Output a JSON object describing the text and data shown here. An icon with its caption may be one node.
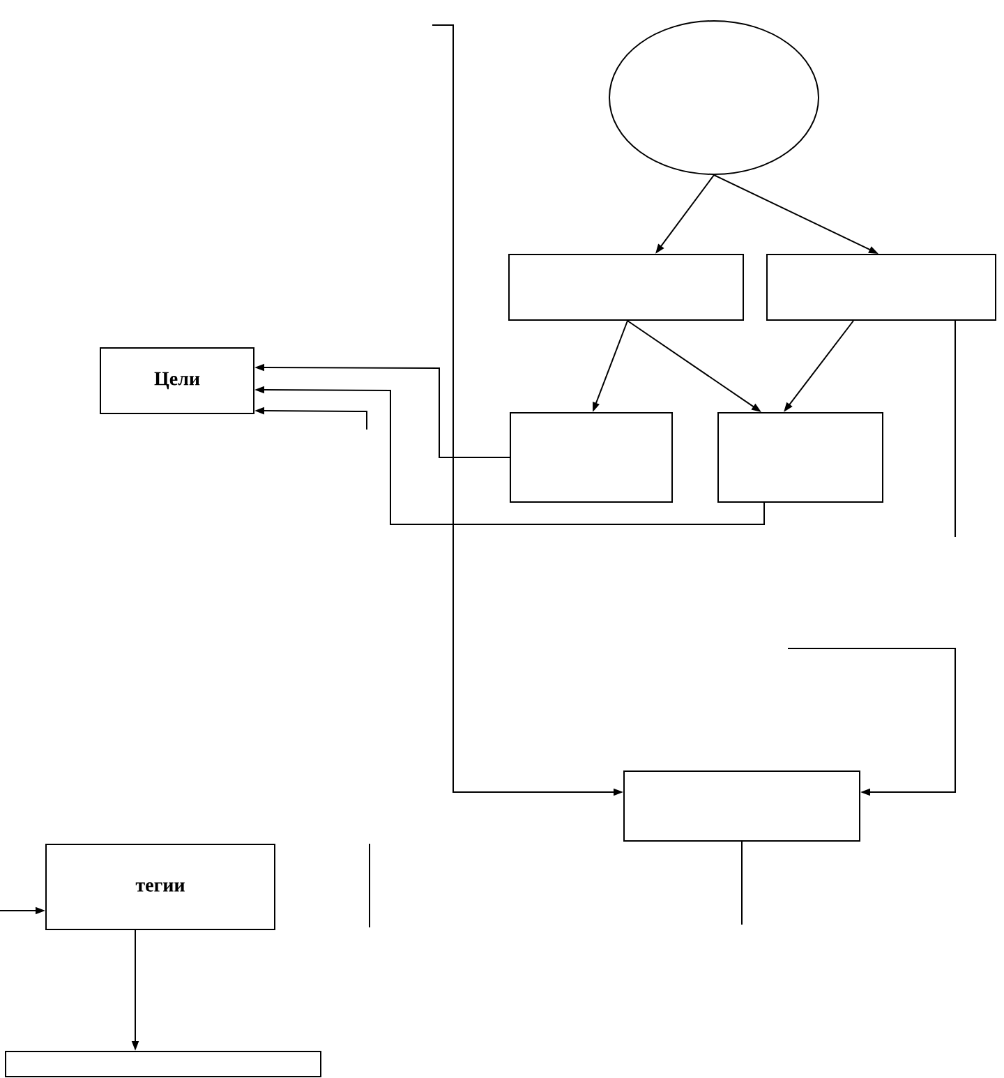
{
  "diagram": {
    "nodes": [
      {
        "text": [],
        "shape": "ellipse"
      },
      {
        "text": [],
        "shape": "box"
      },
      {
        "text": [],
        "shape": "box"
      },
      {
        "text": [
          "Цели"
        ]
      },
      {
        "text": [],
        "shape": "box"
      },
      {
        "text": [],
        "shape": "box"
      },
      {
        "text": [],
        "shape": "box"
      },
      {
        "text": [
          "тегии"
        ]
      },
      {
        "text": [],
        "shape": "box"
      }
    ],
    "edges": [
      {
        "from": 0,
        "to": 1,
        "arrow": "to"
      },
      {
        "from": 0,
        "to": 2,
        "arrow": "to"
      },
      {
        "from": 1,
        "to": 4,
        "arrow": "to"
      },
      {
        "from": 1,
        "to": 5,
        "arrow": "to"
      },
      {
        "from": 2,
        "to": 5,
        "arrow": "to"
      },
      {
        "from": 4,
        "to": 3,
        "arrow": "to"
      },
      {
        "from": 5,
        "to": 3,
        "arrow": "to"
      },
      {
        "from": null,
        "to": 3,
        "arrow": "to"
      },
      {
        "from": null,
        "to": 6,
        "arrow": "to"
      },
      {
        "from": null,
        "to": 6,
        "arrow": "to"
      },
      {
        "from": 2,
        "to": null,
        "arrow": "none"
      },
      {
        "from": 6,
        "to": null,
        "arrow": "none"
      },
      {
        "from": null,
        "to": 7,
        "arrow": "to"
      },
      {
        "from": 7,
        "to": 8,
        "arrow": "to"
      }
    ]
  }
}
